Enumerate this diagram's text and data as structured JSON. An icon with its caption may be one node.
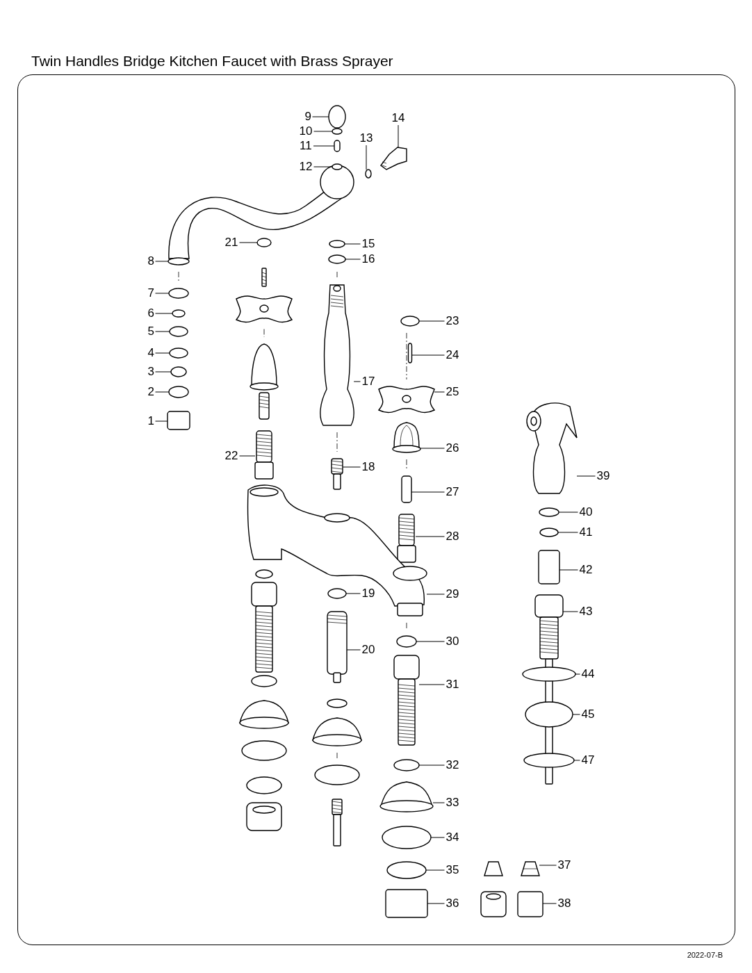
{
  "diagram": {
    "title": "Twin Handles Bridge Kitchen Faucet with Brass Sprayer",
    "nodes": [
      {
        "text": [
          "1"
        ]
      },
      {
        "text": [
          "2"
        ]
      },
      {
        "text": [
          "3"
        ]
      },
      {
        "text": [
          "4"
        ]
      },
      {
        "text": [
          "5"
        ]
      },
      {
        "text": [
          "6"
        ]
      },
      {
        "text": [
          "7"
        ]
      },
      {
        "text": [
          "8"
        ]
      },
      {
        "text": [
          "9"
        ]
      },
      {
        "text": [
          "10"
        ]
      },
      {
        "text": [
          "11"
        ]
      },
      {
        "text": [
          "12"
        ]
      },
      {
        "text": [
          "13"
        ]
      },
      {
        "text": [
          "14"
        ]
      },
      {
        "text": [
          "15"
        ]
      },
      {
        "text": [
          "16"
        ]
      },
      {
        "text": [
          "17"
        ]
      },
      {
        "text": [
          "18"
        ]
      },
      {
        "text": [
          "19"
        ]
      },
      {
        "text": [
          "20"
        ]
      },
      {
        "text": [
          "21"
        ]
      },
      {
        "text": [
          "22"
        ]
      },
      {
        "text": [
          "23"
        ]
      },
      {
        "text": [
          "24"
        ]
      },
      {
        "text": [
          "25"
        ]
      },
      {
        "text": [
          "26"
        ]
      },
      {
        "text": [
          "27"
        ]
      },
      {
        "text": [
          "28"
        ]
      },
      {
        "text": [
          "29"
        ]
      },
      {
        "text": [
          "30"
        ]
      },
      {
        "text": [
          "31"
        ]
      },
      {
        "text": [
          "32"
        ]
      },
      {
        "text": [
          "33"
        ]
      },
      {
        "text": [
          "34"
        ]
      },
      {
        "text": [
          "35"
        ]
      },
      {
        "text": [
          "36"
        ]
      },
      {
        "text": [
          "37"
        ]
      },
      {
        "text": [
          "38"
        ]
      },
      {
        "text": [
          "39"
        ]
      },
      {
        "text": [
          "40"
        ]
      },
      {
        "text": [
          "41"
        ]
      },
      {
        "text": [
          "42"
        ]
      },
      {
        "text": [
          "43"
        ]
      },
      {
        "text": [
          "44"
        ]
      },
      {
        "text": [
          "45"
        ]
      },
      {
        "text": [
          "47"
        ]
      },
      {
        "text": [],
        "shape": "box"
      },
      {
        "text": [],
        "shape": "circle"
      },
      {
        "text": [],
        "shape": "circle"
      },
      {
        "text": [],
        "shape": "circle"
      },
      {
        "text": [],
        "shape": "circle"
      },
      {
        "text": [],
        "shape": "circle"
      },
      {
        "text": [],
        "shape": "circle"
      },
      {
        "text": [],
        "shape": "picture"
      },
      {
        "text": [],
        "shape": "circle"
      },
      {
        "text": [],
        "shape": "circle"
      },
      {
        "text": [],
        "shape": "box"
      },
      {
        "text": [],
        "shape": "circle"
      },
      {
        "text": [],
        "shape": "circle"
      },
      {
        "text": [],
        "shape": "picture"
      },
      {
        "text": [],
        "shape": "circle"
      },
      {
        "text": [],
        "shape": "circle"
      },
      {
        "text": [],
        "shape": "picture"
      },
      {
        "text": [],
        "shape": "picture"
      },
      {
        "text": [],
        "shape": "circle"
      },
      {
        "text": [],
        "shape": "picture"
      },
      {
        "text": [],
        "shape": "circle"
      },
      {
        "text": [],
        "shape": "picture"
      },
      {
        "text": [],
        "shape": "circle"
      },
      {
        "text": [],
        "shape": "box"
      },
      {
        "text": [],
        "shape": "picture"
      },
      {
        "text": [],
        "shape": "picture"
      },
      {
        "text": [],
        "shape": "box"
      },
      {
        "text": [],
        "shape": "picture"
      },
      {
        "text": [],
        "shape": "picture"
      },
      {
        "text": [],
        "shape": "circle"
      },
      {
        "text": [],
        "shape": "picture"
      },
      {
        "text": [],
        "shape": "circle"
      },
      {
        "text": [],
        "shape": "picture"
      },
      {
        "text": [],
        "shape": "circle"
      },
      {
        "text": [],
        "shape": "circle"
      },
      {
        "text": [],
        "shape": "box"
      },
      {
        "text": [],
        "shape": "picture"
      },
      {
        "text": [],
        "shape": "box"
      },
      {
        "text": [],
        "shape": "picture"
      },
      {
        "text": [],
        "shape": "circle"
      },
      {
        "text": [],
        "shape": "circle"
      },
      {
        "text": [],
        "shape": "box"
      },
      {
        "text": [],
        "shape": "picture"
      },
      {
        "text": [],
        "shape": "circle"
      },
      {
        "text": [],
        "shape": "circle"
      },
      {
        "text": [],
        "shape": "circle"
      }
    ],
    "edges": [
      {
        "from": 0,
        "to": 46,
        "arrow": "none"
      },
      {
        "from": 1,
        "to": 47,
        "arrow": "none"
      },
      {
        "from": 2,
        "to": 48,
        "arrow": "none"
      },
      {
        "from": 3,
        "to": 49,
        "arrow": "none"
      },
      {
        "from": 4,
        "to": 50,
        "arrow": "none"
      },
      {
        "from": 5,
        "to": 51,
        "arrow": "none"
      },
      {
        "from": 6,
        "to": 52,
        "arrow": "none"
      },
      {
        "from": 7,
        "to": 53,
        "arrow": "none"
      },
      {
        "from": 8,
        "to": 54,
        "arrow": "none"
      },
      {
        "from": 9,
        "to": 55,
        "arrow": "none"
      },
      {
        "from": 10,
        "to": 56,
        "arrow": "none"
      },
      {
        "from": 11,
        "to": 57,
        "arrow": "none"
      },
      {
        "from": 12,
        "to": 58,
        "arrow": "none"
      },
      {
        "from": 13,
        "to": 59,
        "arrow": "none"
      },
      {
        "from": 14,
        "to": 60,
        "arrow": "none"
      },
      {
        "from": 15,
        "to": 61,
        "arrow": "none"
      },
      {
        "from": 16,
        "to": 62,
        "arrow": "none"
      },
      {
        "from": 17,
        "to": 63,
        "arrow": "none"
      },
      {
        "from": 18,
        "to": 64,
        "arrow": "none"
      },
      {
        "from": 19,
        "to": 65,
        "arrow": "none"
      },
      {
        "from": 20,
        "to": 66,
        "arrow": "none"
      },
      {
        "from": 21,
        "to": 67,
        "arrow": "none"
      },
      {
        "from": 22,
        "to": 68,
        "arrow": "none"
      },
      {
        "from": 23,
        "to": 69,
        "arrow": "none"
      },
      {
        "from": 24,
        "to": 70,
        "arrow": "none"
      },
      {
        "from": 25,
        "to": 71,
        "arrow": "none"
      },
      {
        "from": 26,
        "to": 72,
        "arrow": "none"
      },
      {
        "from": 27,
        "to": 73,
        "arrow": "none"
      },
      {
        "from": 28,
        "to": 74,
        "arrow": "none"
      },
      {
        "from": 29,
        "to": 75,
        "arrow": "none"
      },
      {
        "from": 30,
        "to": 76,
        "arrow": "none"
      },
      {
        "from": 31,
        "to": 77,
        "arrow": "none"
      },
      {
        "from": 32,
        "to": 78,
        "arrow": "none"
      },
      {
        "from": 33,
        "to": 79,
        "arrow": "none"
      },
      {
        "from": 34,
        "to": 80,
        "arrow": "none"
      },
      {
        "from": 35,
        "to": 81,
        "arrow": "none"
      },
      {
        "from": 36,
        "to": 82,
        "arrow": "none"
      },
      {
        "from": 37,
        "to": 83,
        "arrow": "none"
      },
      {
        "from": 38,
        "to": 84,
        "arrow": "none"
      },
      {
        "from": 39,
        "to": 85,
        "arrow": "none"
      },
      {
        "from": 40,
        "to": 86,
        "arrow": "none"
      },
      {
        "from": 41,
        "to": 87,
        "arrow": "none"
      },
      {
        "from": 42,
        "to": 88,
        "arrow": "none"
      },
      {
        "from": 43,
        "to": 89,
        "arrow": "none"
      },
      {
        "from": 44,
        "to": 90,
        "arrow": "none"
      },
      {
        "from": 45,
        "to": 91,
        "arrow": "none"
      }
    ],
    "labels": [
      "2022-07-B"
    ]
  }
}
